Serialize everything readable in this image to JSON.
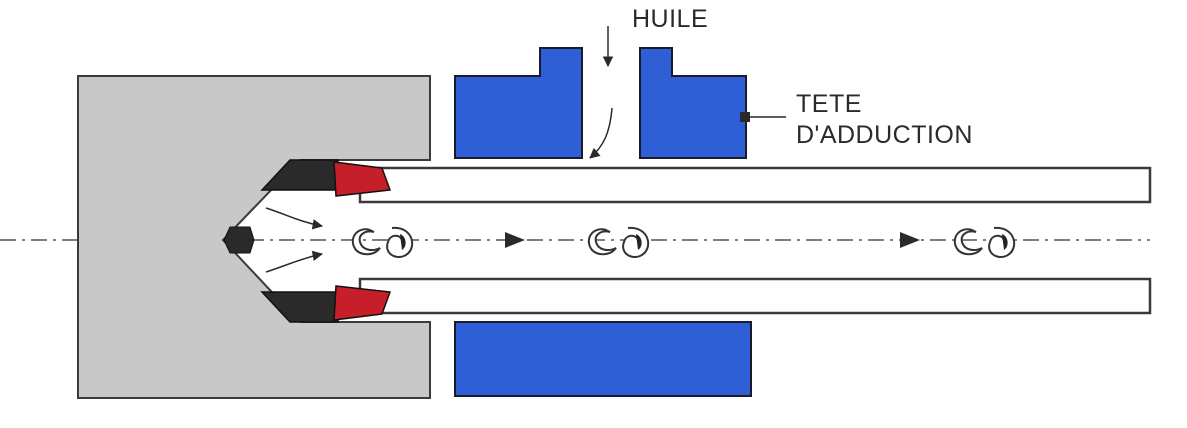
{
  "labels": {
    "oil": "HUILE",
    "head_line1": "TETE",
    "head_line2": "D'ADDUCTION"
  },
  "colors": {
    "workpiece": "#c8c8c8",
    "head": "#2e5fd6",
    "seal": "#c61f2a",
    "tool_tip": "#2a2a2a",
    "outline": "#3a3a3a",
    "tube": "#ffffff"
  },
  "icons": {
    "chip": "chip-icon",
    "flow_arrow": "arrow-right-icon",
    "oil_arrow": "arrow-down-icon"
  }
}
